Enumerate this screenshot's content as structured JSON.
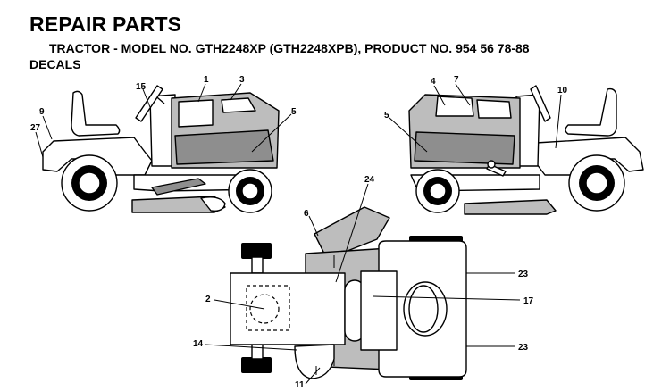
{
  "header": {
    "title": "REPAIR PARTS",
    "subtitle": "TRACTOR - MODEL NO. GTH2248XP (GTH2248XPB), PRODUCT NO. 954 56 78-88",
    "section": "DECALS"
  },
  "callouts": {
    "left_tractor": {
      "c1": "1",
      "c3": "3",
      "c15": "15",
      "c9": "9",
      "c27": "27",
      "c5": "5"
    },
    "right_tractor": {
      "c4": "4",
      "c7": "7",
      "c10": "10",
      "c5": "5"
    },
    "top_view": {
      "c24": "24",
      "c6": "6",
      "c2": "2",
      "c14": "14",
      "c11": "11",
      "c17": "17",
      "c23a": "23",
      "c23b": "23"
    }
  }
}
